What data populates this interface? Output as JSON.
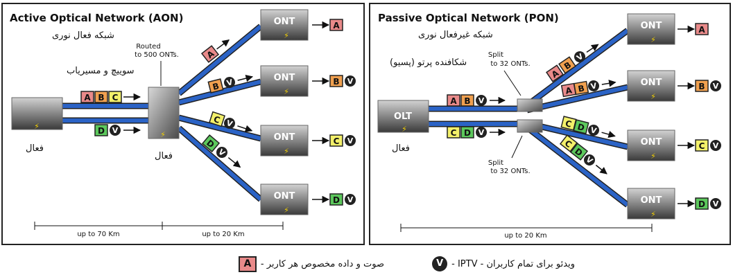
{
  "colors": {
    "a": "#e98a8a",
    "b": "#f0a04f",
    "c": "#f3f06a",
    "d": "#5cc85c",
    "fiber": "#2b63c6",
    "device_top": "#c8c8c8",
    "device_bottom": "#3c3c3c"
  },
  "aon": {
    "title": "Active Optical Network (AON)",
    "subtitle": "شبکه فعال نوری",
    "switch_label": "سوییچ و مسیریاب",
    "routed_note_1": "Routed",
    "routed_note_2": "to 500 ONTs.",
    "active_left": "فعال",
    "active_mid": "فعال",
    "ont_label": "ONT",
    "flow_upper": [
      "A",
      "B",
      "C"
    ],
    "flow_lower": [
      "D",
      "V"
    ],
    "branches": [
      [
        "A"
      ],
      [
        "B",
        "V"
      ],
      [
        "C",
        "V"
      ],
      [
        "D",
        "V"
      ]
    ],
    "outputs": [
      [
        "A"
      ],
      [
        "B",
        "V"
      ],
      [
        "C",
        "V"
      ],
      [
        "D",
        "V"
      ]
    ],
    "distance_1": "up to 70 Km",
    "distance_2": "up to 20 Km"
  },
  "pon": {
    "title": "Passive Optical Network (PON)",
    "subtitle": "شبکه غیرفعال نوری",
    "splitter_label": "شکافنده پرتو (پسیو)",
    "split_top_1": "Split",
    "split_top_2": "to 32 ONTs.",
    "split_bottom_1": "Split",
    "split_bottom_2": "to 32 ONTs.",
    "olt_label": "OLT",
    "active_label": "فعال",
    "ont_label": "ONT",
    "flow_upper": [
      "A",
      "B",
      "V"
    ],
    "flow_lower": [
      "C",
      "D",
      "V"
    ],
    "branches": [
      [
        "A",
        "B",
        "V"
      ],
      [
        "A",
        "B",
        "V"
      ],
      [
        "C",
        "D",
        "V"
      ],
      [
        "C",
        "D",
        "V"
      ]
    ],
    "outputs": [
      [
        "A"
      ],
      [
        "B",
        "V"
      ],
      [
        "C",
        "V"
      ],
      [
        "D",
        "V"
      ]
    ],
    "distance": "up to 20 Km"
  },
  "legend": {
    "badge_letter": "A",
    "badge_text": "صوت و داده مخصوص هر کاربر -",
    "v_letter": "V",
    "v_text": "ویدئو برای تمام کاربران - IPTV -"
  }
}
